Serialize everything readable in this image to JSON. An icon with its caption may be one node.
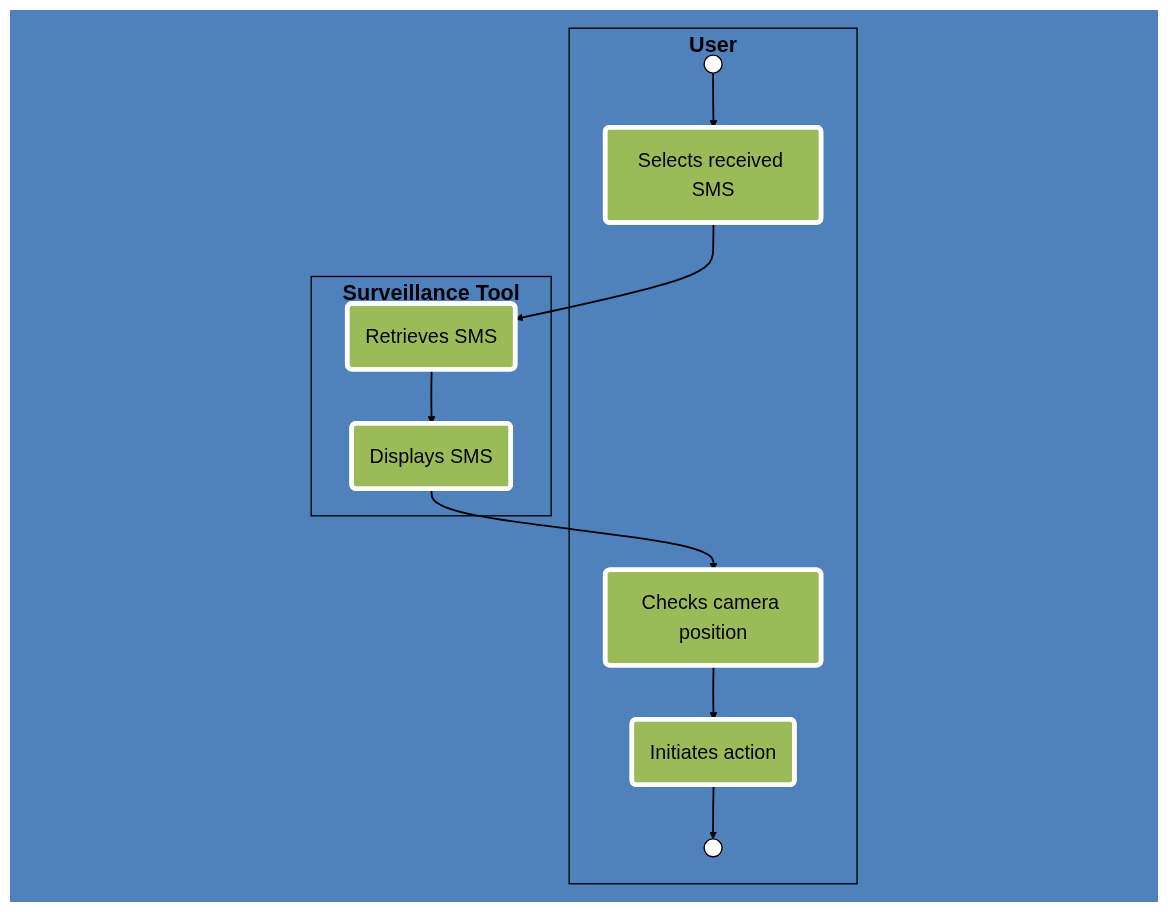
{
  "diagram": {
    "nodes": [
      {
        "text": [
          "User"
        ]
      },
      {
        "text": [],
        "shape": "circle",
        "in": 0
      },
      {
        "text": [
          "Selects received SMS"
        ],
        "in": 0
      },
      {
        "text": [
          "Checks camera position"
        ],
        "in": 0
      },
      {
        "text": [
          "Initiates action"
        ],
        "in": 0
      },
      {
        "text": [],
        "shape": "circle",
        "in": 0
      },
      {
        "text": [
          "Surveillance Tool"
        ]
      },
      {
        "text": [
          "Retrieves SMS"
        ],
        "in": 6
      },
      {
        "text": [
          "Displays SMS"
        ],
        "in": 6
      }
    ],
    "edges": [
      {
        "from": 1,
        "to": 2,
        "arrow": "to"
      },
      {
        "from": 2,
        "to": 7,
        "arrow": "to"
      },
      {
        "from": 7,
        "to": 8,
        "arrow": "to"
      },
      {
        "from": 8,
        "to": 3,
        "arrow": "to"
      },
      {
        "from": 3,
        "to": 4,
        "arrow": "to"
      },
      {
        "from": 4,
        "to": 5,
        "arrow": "to"
      }
    ]
  }
}
